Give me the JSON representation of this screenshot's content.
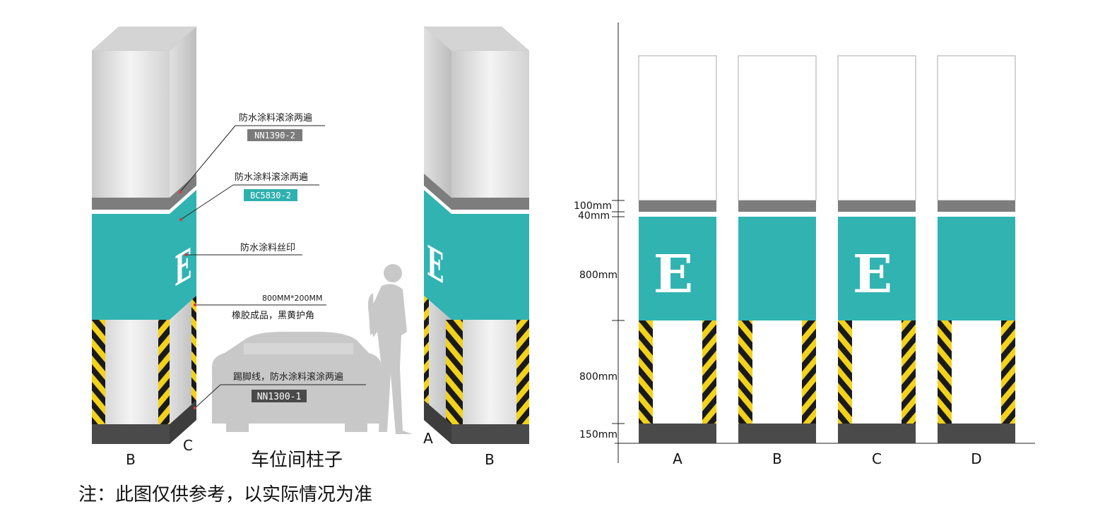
{
  "colors": {
    "teal": "#31b3b2",
    "grey_band": "#7d7d7d",
    "base_dark": "#4a4a4a",
    "hazard_yellow": "#f2d21a",
    "hazard_black": "#1a1a1a",
    "pillar_light": "#e6e6e6",
    "tag_grey": "#7b7b7b",
    "tag_teal": "#2fb0ae",
    "silhouette": "#c8c8c8"
  },
  "icons": [
    "car-silhouette-icon",
    "person-silhouette-icon"
  ],
  "perspective": {
    "callouts": [
      {
        "label": "防水涂料滚涂两遍",
        "code": "NN1390-2",
        "code_color": "grey"
      },
      {
        "label": "防水涂料滚涂两遍",
        "code": "BC5830-2",
        "code_color": "teal"
      },
      {
        "label": "防水涂料丝印"
      },
      {
        "label_line1": "800MM*200MM",
        "label_line2": "橡胶成品，黑黄护角"
      },
      {
        "label": "踢脚线，防水涂料滚涂两遍",
        "code": "NN1300-1",
        "code_color": "dark"
      }
    ],
    "face_letters": [
      "E",
      "E"
    ],
    "face_labels": [
      "B",
      "C",
      "A",
      "B"
    ],
    "title": "车位间柱子"
  },
  "note": "注：此图仅供参考，以实际情况为准",
  "elevation": {
    "dimensions": [
      "100mm",
      "40mm",
      "800mm",
      "800mm",
      "150mm"
    ],
    "columns": [
      {
        "label": "A",
        "letter": "E"
      },
      {
        "label": "B",
        "letter": ""
      },
      {
        "label": "C",
        "letter": "E"
      },
      {
        "label": "D",
        "letter": ""
      }
    ]
  }
}
